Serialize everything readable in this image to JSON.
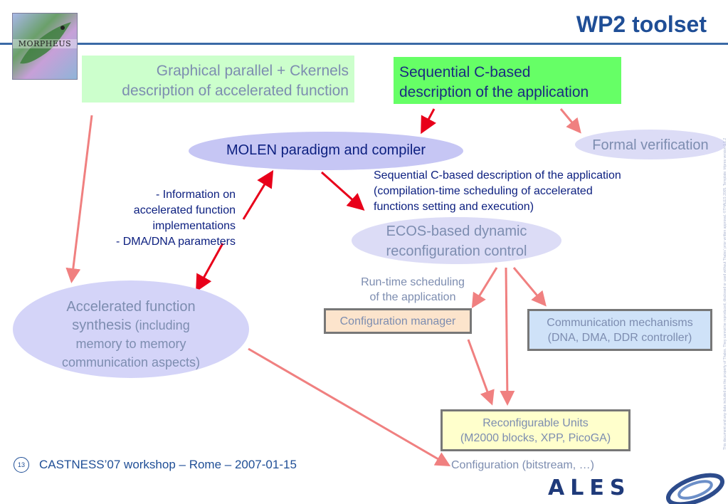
{
  "header": {
    "title": "WP2 toolset",
    "logo_text": "MORPHEUS"
  },
  "boxes": {
    "graphical": {
      "line1": "Graphical parallel + Ckernels",
      "line2": "description of accelerated function"
    },
    "sequential": {
      "line1": "Sequential C-based",
      "line2": "description of the application"
    },
    "molen": "MOLEN paradigm and compiler",
    "formal": "Formal verification",
    "ecos": {
      "line1": "ECOS-based dynamic",
      "line2": "reconfiguration control"
    },
    "accelerated": {
      "line1": "Accelerated function",
      "line2a": "synthesis",
      "line2b": " (including",
      "line3": "memory to memory",
      "line4": "communication aspects)"
    },
    "config_manager": "Configuration manager",
    "comm_mechanisms": {
      "line1": "Communication mechanisms",
      "line2": "(DNA, DMA, DDR controller)"
    },
    "reconf_units": {
      "line1": "Reconfigurable Units",
      "line2": "(M2000 blocks, XPP, PicoGA)"
    }
  },
  "labels": {
    "seq_desc": {
      "line1": "Sequential C-based description of the application",
      "line2": "(compilation-time scheduling of accelerated",
      "line3": "functions setting and execution)"
    },
    "info": {
      "line1": "- Information on",
      "line2": "accelerated function",
      "line3": "implementations",
      "line4": "- DMA/DNA parameters"
    },
    "runtime": {
      "line1": "Run-time scheduling",
      "line2": "of the application"
    },
    "config_bitstream": "Configuration (bitstream, …)"
  },
  "footer": {
    "page": "13",
    "text": "CASTNESS’07 workshop – Rome – 2007-01-15",
    "brand": "ALES"
  },
  "side_notice": "This document and any data included are the property of Thales. They cannot be reproduced, disclosed or used without Thales' prior written approval. ©THALES 2005. Template: trtpres version 1.1.2",
  "colors": {
    "title": "#1f4e96",
    "arrow_red": "#e8001a",
    "arrow_pink": "#f08080",
    "text_blue": "#0d2080",
    "text_grey": "#7d8db0"
  }
}
